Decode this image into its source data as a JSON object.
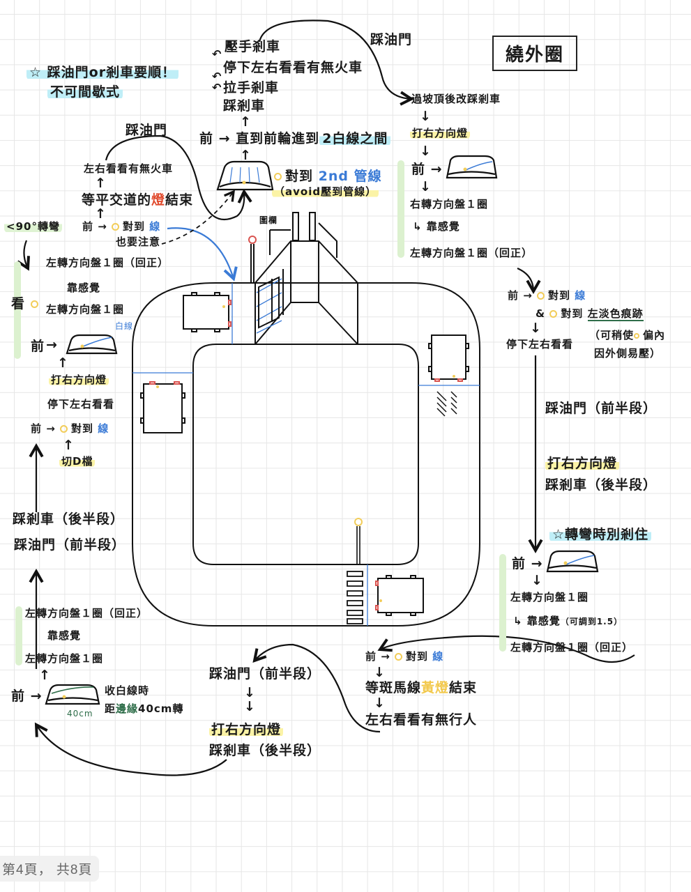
{
  "page": {
    "title": "繞外圈",
    "pager": "第4頁， 共8頁",
    "colors": {
      "grid": "#e6e6e6",
      "line_blue": "#3b7bd6",
      "highlight_yellow": "#fbf3a6",
      "highlight_cyan": "#bfeef7",
      "highlight_green": "#dff3d3",
      "light_red": "#e0492c",
      "marker_yellow": "#f2cd5a"
    }
  },
  "notes": {
    "tip_line1": "踩油門or剎車要順！",
    "tip_line2": "不可間歇式",
    "tip_icon": "star-icon"
  },
  "left_top": {
    "throttle_label": "踩油門",
    "look_train": "左右看看有無火車",
    "wait_light_prefix": "等平交道的",
    "wait_light_word": "燈",
    "wait_light_suffix": "結束",
    "forward": "前",
    "align_prefix": "對到",
    "align_word": "線",
    "also_note": "也要注意",
    "turn_under_90": "<90°轉彎",
    "look": "看",
    "left_turn_1_reset": "左轉方向盤１圈（回正）",
    "by_feel": "靠感覺",
    "left_turn_1": "左轉方向盤１圈",
    "white_line": "白線",
    "right_signal": "打右方向燈",
    "stop_look": "停下左右看看",
    "align2_prefix": "對到",
    "align2_word": "線",
    "cut_d": "切D檔"
  },
  "left_mid": {
    "brake_second_half": "踩剎車（後半段）",
    "throttle_first_half": "踩油門（前半段）"
  },
  "left_bottom": {
    "left_turn_1_reset": "左轉方向盤１圈（回正）",
    "by_feel": "靠感覺",
    "left_turn_1": "左轉方向盤１圈",
    "forward": "前",
    "distance_label": "40cm",
    "hint_line1": "收白線時",
    "hint_line2_prefix": "距",
    "hint_line2_word": "邊緣",
    "hint_line2_suffix": "40cm轉"
  },
  "top_center": {
    "press_handbrake": "壓手剎車",
    "stop_look_train": "停下左右看看有無火車",
    "pull_handbrake": "拉手剎車",
    "brake": "踩剎車",
    "forward": "前",
    "until_prefix": "直到前輪進到",
    "until_word": "2白線之間",
    "align_prefix": "對到",
    "align_word": "2nd 管線",
    "avoid_note": "（avoid壓到管線）",
    "throttle_label": "踩油門",
    "railing_label": "圍欄"
  },
  "right_top": {
    "after_crest": "過坡頂後改踩剎車",
    "right_signal": "打右方向燈",
    "forward": "前",
    "right_turn_1": "右轉方向盤１圈",
    "by_feel": "靠感覺",
    "left_turn_1_reset": "左轉方向盤１圈（回正）"
  },
  "right_mid": {
    "forward": "前",
    "align_prefix": "對到",
    "align_word": "線",
    "amp": "&",
    "align_mark_prefix": "對到",
    "align_mark_word": "左淡色痕跡",
    "stop_look": "停下左右看看",
    "note_line1_a": "（可稍使",
    "note_line1_b": "偏內",
    "note_line2": "因外側易壓）",
    "throttle_first_half": "踩油門（前半段）",
    "right_signal": "打右方向燈",
    "brake_second_half": "踩剎車（後半段）",
    "warn_no_stop": "轉彎時別剎住"
  },
  "right_bottom": {
    "forward": "前",
    "left_turn_1": "左轉方向盤１圈",
    "by_feel": "靠感覺",
    "adjust_note": "（可調到1.5）",
    "left_turn_1_reset": "左轉方向盤１圈（回正）"
  },
  "bottom_center": {
    "forward": "前",
    "align_prefix": "對到",
    "align_word": "線",
    "wait_prefix": "等斑馬線",
    "wait_word": "黃燈",
    "wait_suffix": "結束",
    "look_pedestrian": "左右看看有無行人",
    "throttle_first_half": "踩油門（前半段）",
    "right_signal": "打右方向燈",
    "brake_second_half": "踩剎車（後半段）"
  }
}
